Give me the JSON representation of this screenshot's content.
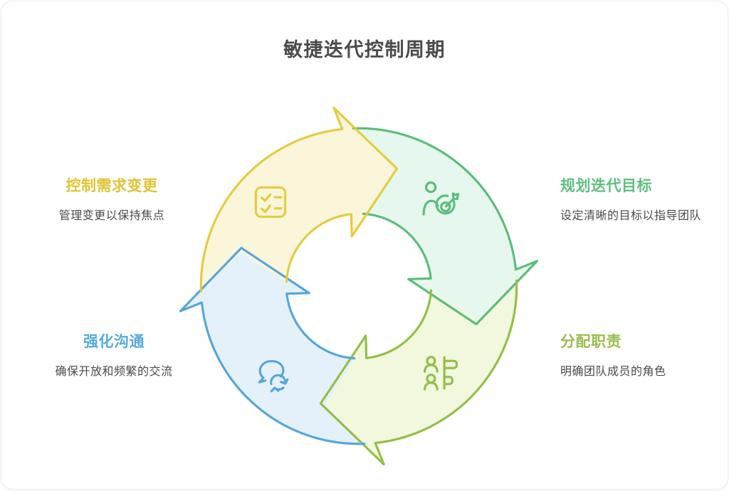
{
  "page": {
    "title": "敏捷迭代控制周期"
  },
  "quadrants": [
    {
      "id": "plan",
      "position": "top-right",
      "label": "规划迭代目标",
      "desc": "设定清晰的目标以指导团队",
      "color": "#5abd7a",
      "fill": "#e6f8ee",
      "text_color": "#5fbf80",
      "icon": "person-target-icon"
    },
    {
      "id": "assign",
      "position": "bottom-right",
      "label": "分配职责",
      "desc": "明确团队成员的角色",
      "color": "#94be47",
      "fill": "#f1f8de",
      "text_color": "#99be4e",
      "icon": "team-roles-icon"
    },
    {
      "id": "communicate",
      "position": "bottom-left",
      "label": "强化沟通",
      "desc": "确保开放和频繁的交流",
      "color": "#55a6da",
      "fill": "#e4f1fb",
      "text_color": "#56abdf",
      "icon": "chat-sync-icon"
    },
    {
      "id": "control",
      "position": "top-left",
      "label": "控制需求变更",
      "desc": "管理变更以保持焦点",
      "color": "#e3cc40",
      "fill": "#fbf6da",
      "text_color": "#e0c433",
      "icon": "checklist-icon"
    }
  ],
  "flow": "clockwise"
}
